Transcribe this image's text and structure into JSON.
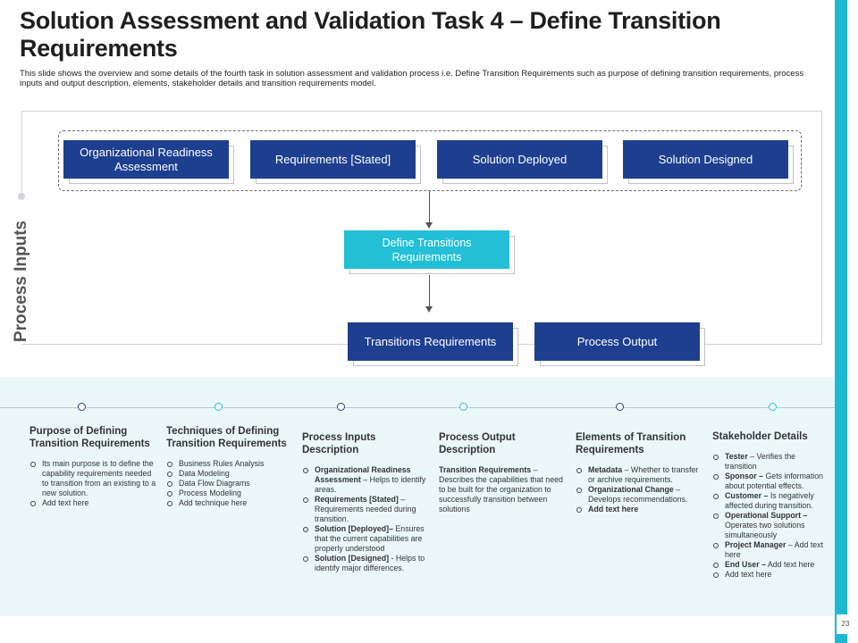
{
  "title": "Solution Assessment and Validation Task 4 – Define Transition Requirements",
  "subtitle": "This slide shows the overview and some details of the fourth task in solution assessment and validation process i.e. Define Transition Requirements such as purpose of defining transition requirements, process inputs and output description, elements, stakeholder details and transition requirements model.",
  "page_number": "23",
  "colors": {
    "navy": "#1e3f8f",
    "teal": "#22bfd6",
    "accent_bar": "#1bbad2",
    "band": "#eaf8fa"
  },
  "diagram": {
    "side_label": "Process Inputs",
    "inputs": [
      "Organizational Readiness Assessment",
      "Requirements [Stated]",
      "Solution Deployed",
      "Solution Designed"
    ],
    "task": "Define Transitions Requirements",
    "outputs": [
      "Transitions Requirements",
      "Process Output"
    ]
  },
  "columns": [
    {
      "heading": "Purpose of Defining Transition Requirements",
      "bullets": [
        {
          "bold": "",
          "text": "Its main purpose is to define the capability requirements needed to transition from an existing to a new solution."
        },
        {
          "bold": "",
          "text": "Add text here"
        }
      ]
    },
    {
      "heading": "Techniques of Defining Transition Requirements",
      "bullets": [
        {
          "bold": "",
          "text": "Business Rules Analysis"
        },
        {
          "bold": "",
          "text": "Data Modeling"
        },
        {
          "bold": "",
          "text": "Data Flow Diagrams"
        },
        {
          "bold": "",
          "text": "Process Modeling"
        },
        {
          "bold": "",
          "text": "Add technique here"
        }
      ]
    },
    {
      "heading": "Process Inputs Description",
      "bullets": [
        {
          "bold": "Organizational Readiness Assessment",
          "text": " – Helps to identify areas."
        },
        {
          "bold": "Requirements [Stated]",
          "text": " – Requirements needed during transition."
        },
        {
          "bold": "Solution [Deployed]–",
          "text": " Ensures that the current capabilities are properly understood"
        },
        {
          "bold": "Solution [Designed]",
          "text": " - Helps to identify major differences."
        }
      ]
    },
    {
      "heading": "Process Output Description",
      "para_bold": "Transition Requirements",
      "para": " – Describes the capabilities that need to be built for the organization to successfully transition between solutions"
    },
    {
      "heading": "Elements of Transition Requirements",
      "bullets": [
        {
          "bold": "Metadata",
          "text": " – Whether to transfer or archive requirements."
        },
        {
          "bold": "Organizational Change",
          "text": " – Develops recommendations."
        },
        {
          "bold": "Add text here",
          "text": ""
        }
      ]
    },
    {
      "heading": "Stakeholder Details",
      "bullets": [
        {
          "bold": "Tester",
          "text": " – Verifies the transition"
        },
        {
          "bold": "Sponsor –",
          "text": " Gets information about potential effects."
        },
        {
          "bold": "Customer –",
          "text": " Is negatively affected during transition."
        },
        {
          "bold": "Operational Support –",
          "text": " Operates two solutions simultaneously"
        },
        {
          "bold": "Project Manager",
          "text": " – Add text here"
        },
        {
          "bold": "End User –",
          "text": " Add text here"
        },
        {
          "bold": "",
          "text": "Add text here"
        }
      ]
    }
  ]
}
